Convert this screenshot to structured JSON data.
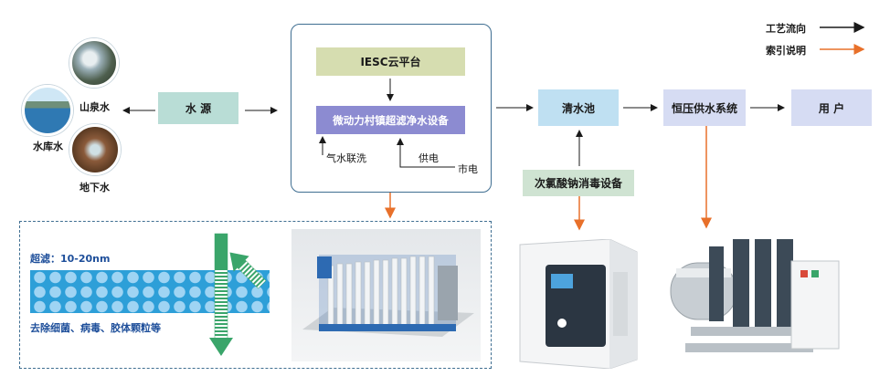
{
  "legend": {
    "process_flow": "工艺流向",
    "index_note": "索引说明"
  },
  "sources": {
    "spring": "山泉水",
    "reservoir": "水库水",
    "groundwater": "地下水"
  },
  "nodes": {
    "water_source": "水 源",
    "cloud": "IESC云平台",
    "filter_device": "微动力村镇超滤净水设备",
    "air_water_wash": "气水联洗",
    "power_supply": "供电",
    "mains_power": "市电",
    "clear_pool": "清水池",
    "constant_pressure": "恒压供水系统",
    "user": "用 户",
    "disinfection": "次氯酸钠消毒设备"
  },
  "detail": {
    "uf_spec": "超滤：10-20nm",
    "removes": "去除细菌、病毒、胶体颗粒等"
  },
  "colors": {
    "teal_box": "#b9ddd6",
    "lavender_box": "#d6dcf3",
    "olive_box": "#d6ddb0",
    "purple_box": "#8c8bd1",
    "green_box": "#cfe3d2",
    "blue_box": "#bfe0f2",
    "orange_arrow": "#e8702a",
    "membrane_blue": "#2d9fd8",
    "arrow_green": "#3aa56a"
  }
}
